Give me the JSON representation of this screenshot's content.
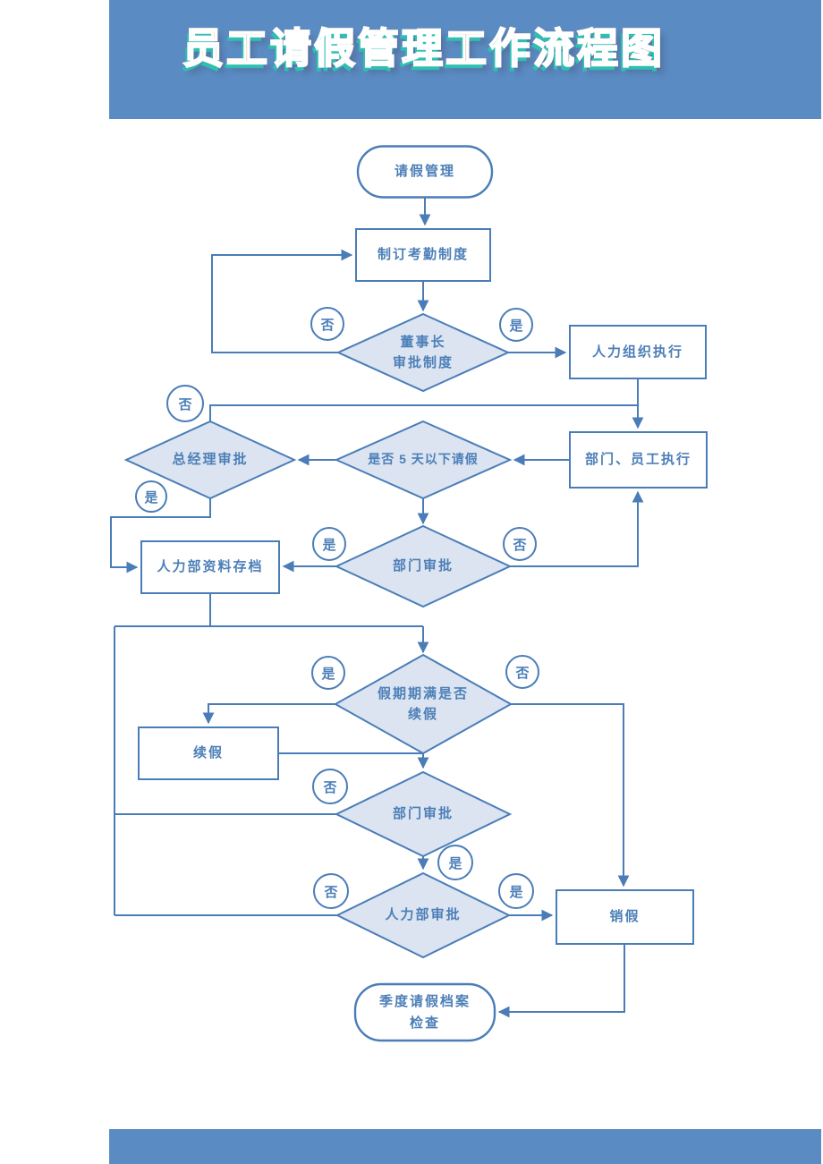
{
  "header": {
    "title": "员工请假管理工作流程图"
  },
  "flowchart": {
    "nodes": {
      "start": {
        "label": "请假管理"
      },
      "make_attendance_system": {
        "label": "制订考勤制度"
      },
      "chairman_approve_system": {
        "line1": "董事长",
        "line2": "审批制度"
      },
      "hr_organize_execute": {
        "label": "人力组织执行"
      },
      "gm_approval": {
        "label": "总经理审批"
      },
      "under_5_days": {
        "label": "是否 5 天以下请假"
      },
      "dept_employee_execute": {
        "label": "部门、员工执行"
      },
      "hr_archive": {
        "label": "人力部资料存档"
      },
      "dept_approval_1": {
        "label": "部门审批"
      },
      "leave_expiry_extend": {
        "line1": "假期期满是否",
        "line2": "续假"
      },
      "extend_leave": {
        "label": "续假"
      },
      "dept_approval_2": {
        "label": "部门审批"
      },
      "hr_approval": {
        "label": "人力部审批"
      },
      "cancel_leave": {
        "label": "销假"
      },
      "end": {
        "line1": "季度请假档案",
        "line2": "检查"
      }
    },
    "branch_labels": {
      "chairman_no": "否",
      "chairman_yes": "是",
      "gm_no": "否",
      "gm_yes": "是",
      "dept1_yes": "是",
      "dept1_no": "否",
      "expiry_yes": "是",
      "expiry_no": "否",
      "dept2_no": "否",
      "dept2_yes": "是",
      "hr_no": "否",
      "hr_yes": "是"
    }
  },
  "colors": {
    "header_bg": "#5a8bc2",
    "line": "#4a7db8",
    "decision_fill": "#dbe4f0",
    "node_text": "#4d7fb8",
    "title_shadow": "#2fbfb2",
    "title_gradient": [
      "#fdc648",
      "#f89d3c",
      "#ef6a4e",
      "#e74f70"
    ]
  }
}
